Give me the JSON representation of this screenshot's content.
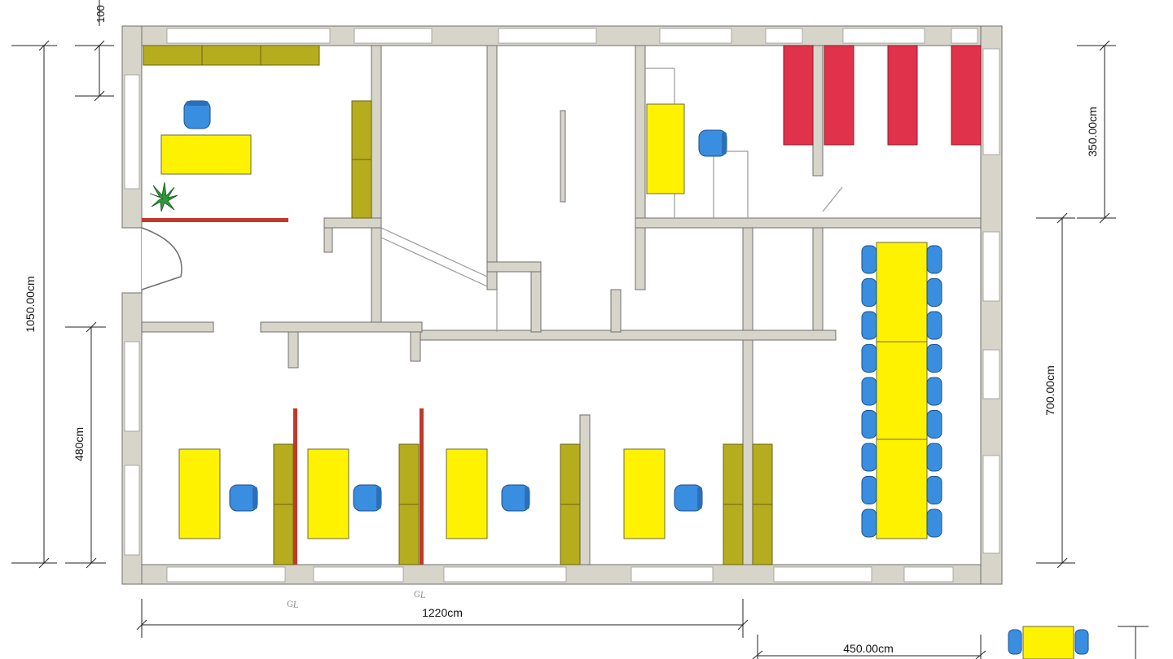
{
  "colors": {
    "background": "#ffffff",
    "wall": "#d7d4c9",
    "wall_stroke": "#6f6f6f",
    "window_gap": "#ffffff",
    "desk": "#fff200",
    "desk_stroke": "#6b6b3a",
    "cabinet": "#b5ad1e",
    "cabinet_stroke": "#6a6410",
    "chair": "#3a8ee0",
    "chair_stroke": "#1b4f8f",
    "red_shelf": "#e0324a",
    "red_shelf_stroke": "#8a1c2a",
    "partition_red": "#c0392b",
    "plant": "#2e9a3a",
    "dimension_line": "#222222"
  },
  "icons": {
    "plant": "plant-icon",
    "chair": "chair-icon",
    "door": "door-swing-icon"
  },
  "dimensions": {
    "top_left_vertical": "100",
    "overall_height": "1050.00cm",
    "lower_office_height": "480cm",
    "upper_right_height": "350.00cm",
    "meeting_room_height": "700.00cm",
    "overall_width": "1220cm",
    "meeting_room_width": "450.00cm"
  },
  "annotations": {
    "pencil_mark_1": "GL",
    "pencil_mark_2": "GL"
  }
}
